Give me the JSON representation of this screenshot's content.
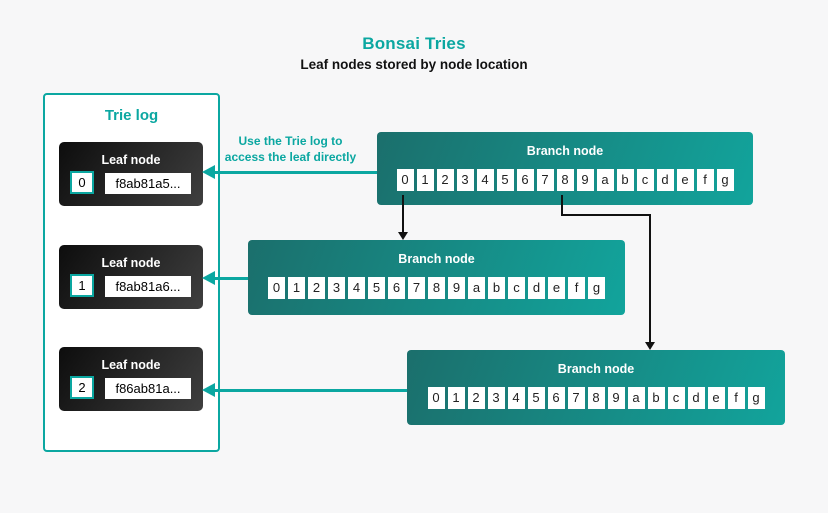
{
  "palette": {
    "brand_teal": "#0ba7a1",
    "background": "#f7f7f8",
    "connector_black": "#111111",
    "cell_text": "#222222",
    "subtitle_color": "#111111",
    "branch_grad_start": "#1b6f6c",
    "branch_grad_end": "#12a49c",
    "leaf_grad_start": "#0d0d0d",
    "leaf_grad_end": "#3f3f3f"
  },
  "header": {
    "title": "Bonsai Tries",
    "subtitle": "Leaf nodes stored by node location"
  },
  "trie_log": {
    "title": "Trie log",
    "leaves": [
      {
        "label": "Leaf node",
        "index": "0",
        "hash": "f8ab81a5..."
      },
      {
        "label": "Leaf node",
        "index": "1",
        "hash": "f8ab81a6..."
      },
      {
        "label": "Leaf node",
        "index": "2",
        "hash": "f86ab81a..."
      }
    ]
  },
  "branches": [
    {
      "label": "Branch node",
      "cells": [
        "0",
        "1",
        "2",
        "3",
        "4",
        "5",
        "6",
        "7",
        "8",
        "9",
        "a",
        "b",
        "c",
        "d",
        "e",
        "f",
        "g"
      ]
    },
    {
      "label": "Branch node",
      "cells": [
        "0",
        "1",
        "2",
        "3",
        "4",
        "5",
        "6",
        "7",
        "8",
        "9",
        "a",
        "b",
        "c",
        "d",
        "e",
        "f",
        "g"
      ]
    },
    {
      "label": "Branch node",
      "cells": [
        "0",
        "1",
        "2",
        "3",
        "4",
        "5",
        "6",
        "7",
        "8",
        "9",
        "a",
        "b",
        "c",
        "d",
        "e",
        "f",
        "g"
      ]
    }
  ],
  "annotation": {
    "line1": "Use the Trie log to",
    "line2": "access the leaf directly"
  }
}
